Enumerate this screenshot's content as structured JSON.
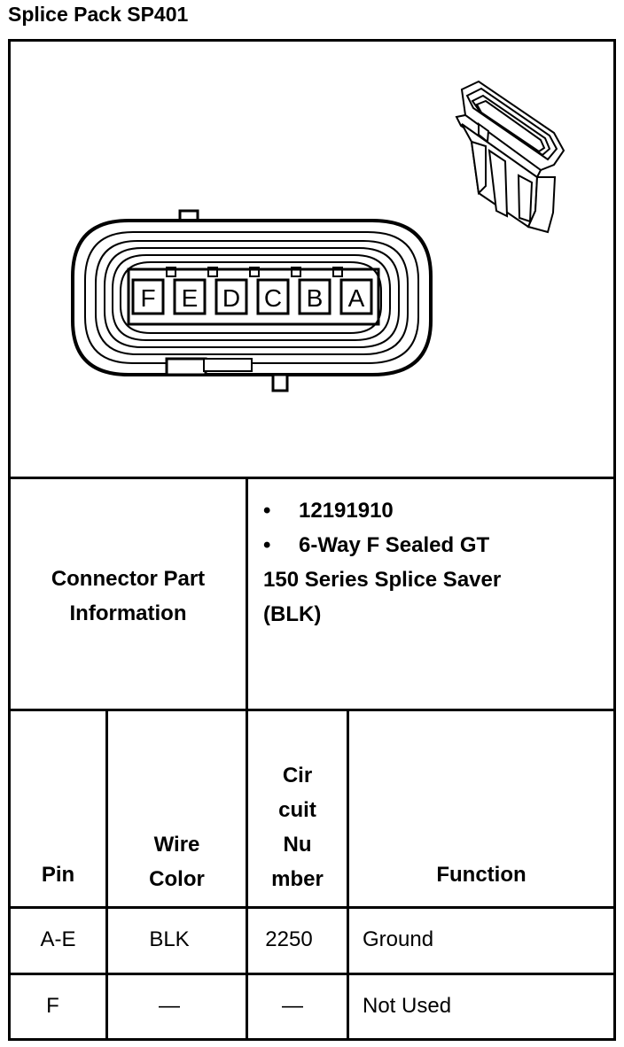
{
  "title": "Splice Pack SP401",
  "connector": {
    "pin_letters": [
      "F",
      "E",
      "D",
      "C",
      "B",
      "A"
    ]
  },
  "connector_info": {
    "label_line1": "Connector Part",
    "label_line2": "Information",
    "bullet_symbol": "•",
    "part_number": "12191910",
    "desc_line1": "6-Way F Sealed GT",
    "desc_line2": "150 Series Splice Saver",
    "desc_line3": "(BLK)"
  },
  "table": {
    "headers": {
      "pin": "Pin",
      "wire_color_1": "Wire",
      "wire_color_2": "Color",
      "circuit_1": "Cir",
      "circuit_2": "cuit",
      "circuit_3": "Nu",
      "circuit_4": "mber",
      "function": "Function"
    },
    "rows": [
      {
        "pin": "A-E",
        "wire_color": "BLK",
        "circuit": "2250",
        "function": "Ground"
      },
      {
        "pin": "F",
        "wire_color": "—",
        "circuit": "—",
        "function": "Not Used"
      }
    ]
  }
}
